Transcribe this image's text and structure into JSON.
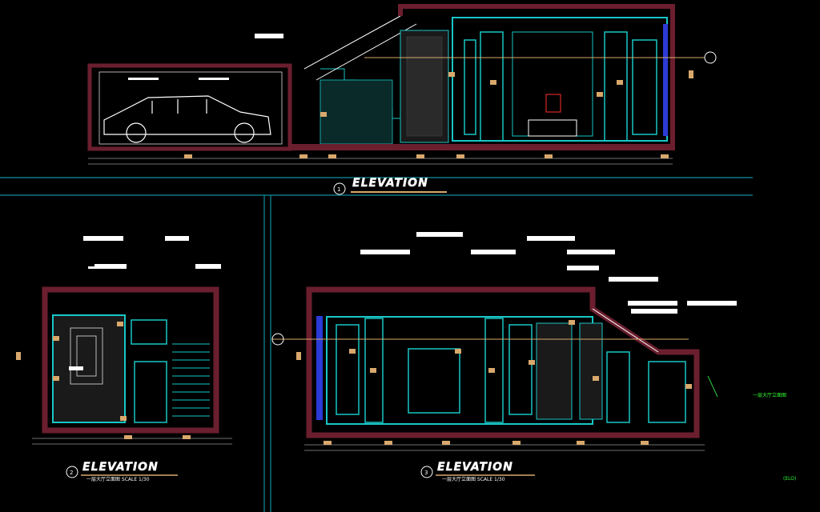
{
  "view1": {
    "number": "1",
    "title": "ELEVATION"
  },
  "view2": {
    "number": "2",
    "title": "ELEVATION",
    "subtitle": "一层大厅立面图 SCALE 1/30"
  },
  "view3": {
    "number": "3",
    "title": "ELEVATION",
    "subtitle": "一层大厅立面图 SCALE 1/30"
  },
  "side_note": "一层大厅立面图",
  "corner_tag": "(ELO)",
  "colors": {
    "wall": "#6b1f2e",
    "cyan": "#19c6c6",
    "white": "#ffffff",
    "tag": "#d9a86c",
    "green": "#2ecc40",
    "blue": "#2a3bd6",
    "line_cyan": "#0f8f9f"
  }
}
